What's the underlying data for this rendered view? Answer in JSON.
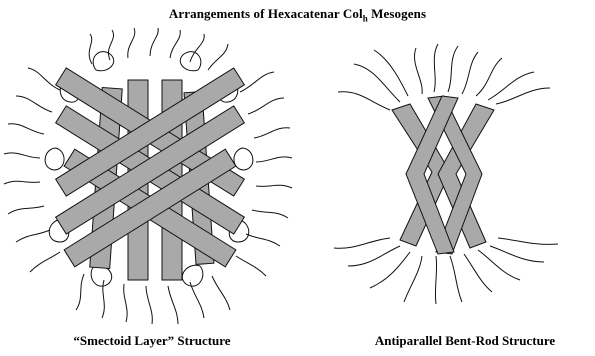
{
  "title": {
    "main": "Arrangements of Hexacatenar Col",
    "subscript": "h",
    "tail": " Mesogens"
  },
  "captions": {
    "left": "“Smectoid Layer” Structure",
    "right": "Antiparallel Bent-Rod Structure"
  },
  "colors": {
    "rod_fill": "#a9a9a9",
    "outline": "#111111"
  }
}
